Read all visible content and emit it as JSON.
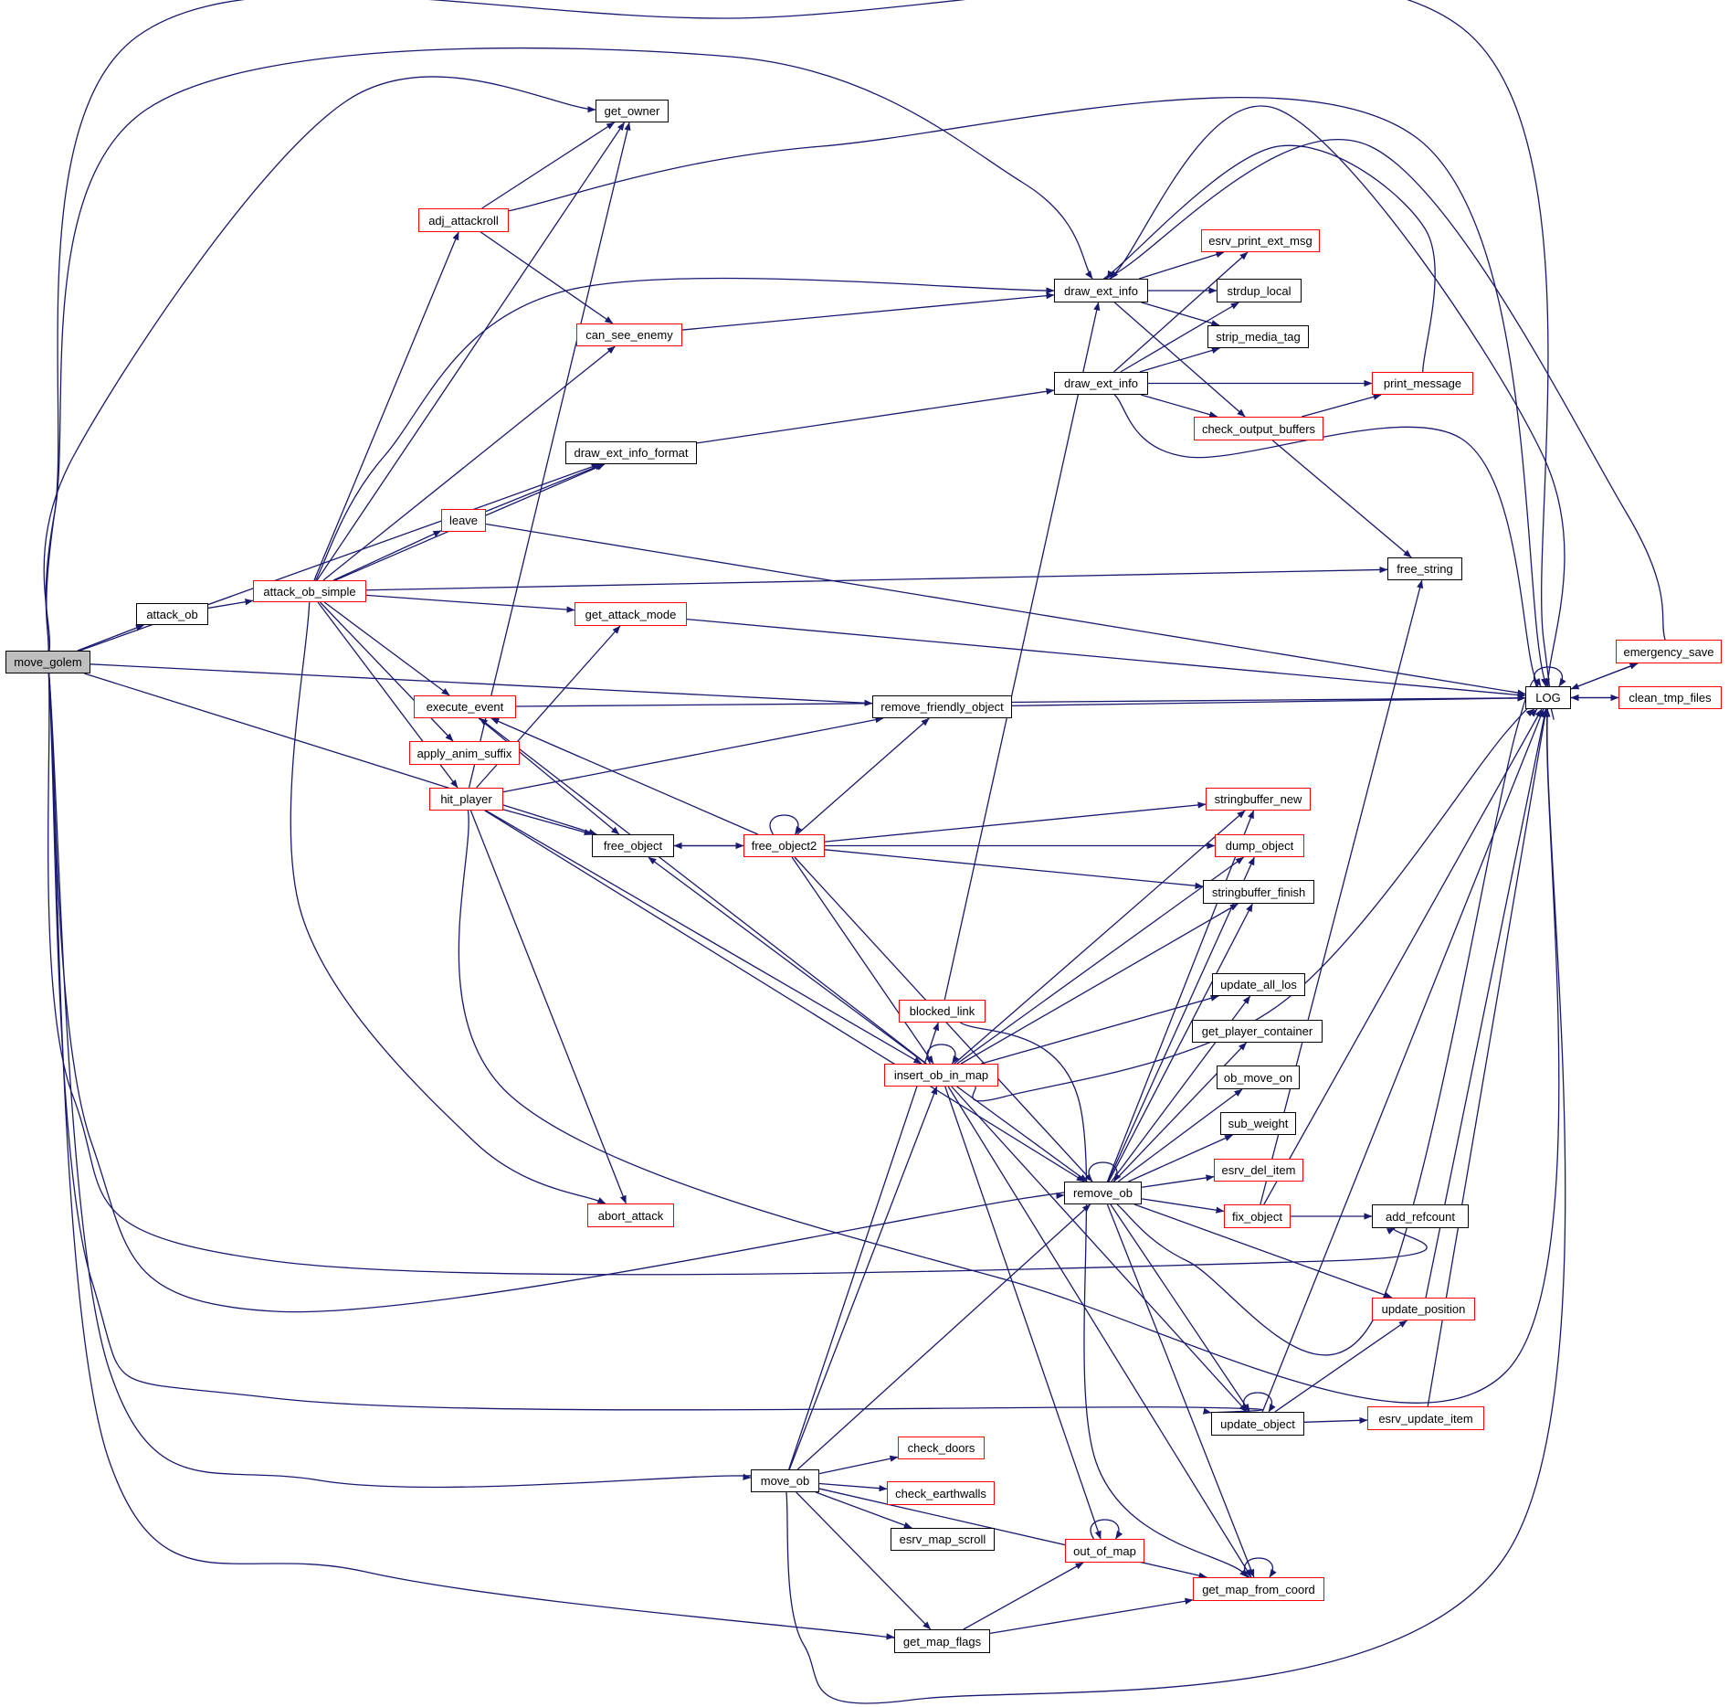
{
  "diagram": {
    "type": "call-graph",
    "root": "move_golem",
    "colors": {
      "edge": "#191970",
      "node_border_documented": "#000000",
      "node_border_undocumented": "#ff0000",
      "root_fill": "#bfbfbf"
    },
    "nodes": [
      {
        "id": "move_golem",
        "label": "move_golem",
        "style": "root"
      },
      {
        "id": "attack_ob",
        "label": "attack_ob",
        "style": "black"
      },
      {
        "id": "attack_ob_simple",
        "label": "attack_ob_simple",
        "style": "red"
      },
      {
        "id": "get_owner",
        "label": "get_owner",
        "style": "black"
      },
      {
        "id": "adj_attackroll",
        "label": "adj_attackroll",
        "style": "red"
      },
      {
        "id": "can_see_enemy",
        "label": "can_see_enemy",
        "style": "red"
      },
      {
        "id": "draw_ext_info_format",
        "label": "draw_ext_info_format",
        "style": "black"
      },
      {
        "id": "leave",
        "label": "leave",
        "style": "red"
      },
      {
        "id": "get_attack_mode",
        "label": "get_attack_mode",
        "style": "red"
      },
      {
        "id": "execute_event",
        "label": "execute_event",
        "style": "red"
      },
      {
        "id": "apply_anim_suffix",
        "label": "apply_anim_suffix",
        "style": "red"
      },
      {
        "id": "hit_player",
        "label": "hit_player",
        "style": "red"
      },
      {
        "id": "free_object",
        "label": "free_object",
        "style": "black"
      },
      {
        "id": "free_object2",
        "label": "free_object2",
        "style": "red"
      },
      {
        "id": "remove_friendly_object",
        "label": "remove_friendly_object",
        "style": "black"
      },
      {
        "id": "draw_ext_info_a",
        "label": "draw_ext_info",
        "style": "black"
      },
      {
        "id": "draw_ext_info_b",
        "label": "draw_ext_info",
        "style": "black"
      },
      {
        "id": "esrv_print_ext_msg",
        "label": "esrv_print_ext_msg",
        "style": "red"
      },
      {
        "id": "strdup_local",
        "label": "strdup_local",
        "style": "black"
      },
      {
        "id": "strip_media_tag",
        "label": "strip_media_tag",
        "style": "black"
      },
      {
        "id": "print_message",
        "label": "print_message",
        "style": "red"
      },
      {
        "id": "check_output_buffers",
        "label": "check_output_buffers",
        "style": "red"
      },
      {
        "id": "free_string",
        "label": "free_string",
        "style": "black"
      },
      {
        "id": "LOG",
        "label": "LOG",
        "style": "black"
      },
      {
        "id": "emergency_save",
        "label": "emergency_save",
        "style": "red"
      },
      {
        "id": "clean_tmp_files",
        "label": "clean_tmp_files",
        "style": "red"
      },
      {
        "id": "stringbuffer_new",
        "label": "stringbuffer_new",
        "style": "red"
      },
      {
        "id": "dump_object",
        "label": "dump_object",
        "style": "red"
      },
      {
        "id": "stringbuffer_finish",
        "label": "stringbuffer_finish",
        "style": "black"
      },
      {
        "id": "update_all_los",
        "label": "update_all_los",
        "style": "black"
      },
      {
        "id": "get_player_container",
        "label": "get_player_container",
        "style": "black"
      },
      {
        "id": "ob_move_on",
        "label": "ob_move_on",
        "style": "black"
      },
      {
        "id": "sub_weight",
        "label": "sub_weight",
        "style": "black"
      },
      {
        "id": "esrv_del_item",
        "label": "esrv_del_item",
        "style": "red"
      },
      {
        "id": "fix_object",
        "label": "fix_object",
        "style": "red"
      },
      {
        "id": "add_refcount",
        "label": "add_refcount",
        "style": "black"
      },
      {
        "id": "update_position",
        "label": "update_position",
        "style": "red"
      },
      {
        "id": "update_object",
        "label": "update_object",
        "style": "black"
      },
      {
        "id": "esrv_update_item",
        "label": "esrv_update_item",
        "style": "red"
      },
      {
        "id": "blocked_link",
        "label": "blocked_link",
        "style": "red"
      },
      {
        "id": "insert_ob_in_map",
        "label": "insert_ob_in_map",
        "style": "red"
      },
      {
        "id": "remove_ob",
        "label": "remove_ob",
        "style": "black"
      },
      {
        "id": "abort_attack",
        "label": "abort_attack",
        "style": "red"
      },
      {
        "id": "move_ob",
        "label": "move_ob",
        "style": "black"
      },
      {
        "id": "check_doors",
        "label": "check_doors",
        "style": "red"
      },
      {
        "id": "check_earthwalls",
        "label": "check_earthwalls",
        "style": "red"
      },
      {
        "id": "esrv_map_scroll",
        "label": "esrv_map_scroll",
        "style": "black"
      },
      {
        "id": "out_of_map",
        "label": "out_of_map",
        "style": "red"
      },
      {
        "id": "get_map_from_coord",
        "label": "get_map_from_coord",
        "style": "red"
      },
      {
        "id": "get_map_flags",
        "label": "get_map_flags",
        "style": "black"
      }
    ],
    "edges": [
      [
        "move_golem",
        "attack_ob"
      ],
      [
        "move_golem",
        "get_owner"
      ],
      [
        "move_golem",
        "draw_ext_info_format"
      ],
      [
        "move_golem",
        "draw_ext_info_a"
      ],
      [
        "move_golem",
        "LOG"
      ],
      [
        "move_golem",
        "remove_friendly_object"
      ],
      [
        "move_golem",
        "free_object"
      ],
      [
        "move_golem",
        "remove_ob"
      ],
      [
        "move_golem",
        "add_refcount"
      ],
      [
        "move_golem",
        "update_object"
      ],
      [
        "move_golem",
        "move_ob"
      ],
      [
        "move_golem",
        "get_map_flags"
      ],
      [
        "attack_ob",
        "attack_ob_simple"
      ],
      [
        "attack_ob_simple",
        "get_owner"
      ],
      [
        "attack_ob_simple",
        "adj_attackroll"
      ],
      [
        "attack_ob_simple",
        "can_see_enemy"
      ],
      [
        "attack_ob_simple",
        "draw_ext_info_format"
      ],
      [
        "attack_ob_simple",
        "draw_ext_info_a"
      ],
      [
        "attack_ob_simple",
        "leave"
      ],
      [
        "attack_ob_simple",
        "free_string"
      ],
      [
        "attack_ob_simple",
        "get_attack_mode"
      ],
      [
        "attack_ob_simple",
        "execute_event"
      ],
      [
        "attack_ob_simple",
        "apply_anim_suffix"
      ],
      [
        "attack_ob_simple",
        "hit_player"
      ],
      [
        "attack_ob_simple",
        "abort_attack"
      ],
      [
        "adj_attackroll",
        "get_owner"
      ],
      [
        "adj_attackroll",
        "can_see_enemy"
      ],
      [
        "adj_attackroll",
        "LOG"
      ],
      [
        "can_see_enemy",
        "draw_ext_info_a"
      ],
      [
        "draw_ext_info_format",
        "draw_ext_info_b"
      ],
      [
        "leave",
        "draw_ext_info_format"
      ],
      [
        "leave",
        "LOG"
      ],
      [
        "get_attack_mode",
        "LOG"
      ],
      [
        "execute_event",
        "LOG"
      ],
      [
        "execute_event",
        "free_object"
      ],
      [
        "hit_player",
        "get_owner"
      ],
      [
        "hit_player",
        "get_attack_mode"
      ],
      [
        "hit_player",
        "remove_friendly_object"
      ],
      [
        "hit_player",
        "free_object"
      ],
      [
        "hit_player",
        "insert_ob_in_map"
      ],
      [
        "hit_player",
        "remove_ob"
      ],
      [
        "hit_player",
        "abort_attack"
      ],
      [
        "hit_player",
        "LOG"
      ],
      [
        "free_object",
        "free_object2"
      ],
      [
        "free_object2",
        "free_object"
      ],
      [
        "free_object2",
        "free_object2"
      ],
      [
        "free_object2",
        "execute_event"
      ],
      [
        "free_object2",
        "remove_friendly_object"
      ],
      [
        "free_object2",
        "stringbuffer_new"
      ],
      [
        "free_object2",
        "dump_object"
      ],
      [
        "free_object2",
        "stringbuffer_finish"
      ],
      [
        "free_object2",
        "insert_ob_in_map"
      ],
      [
        "free_object2",
        "remove_ob"
      ],
      [
        "remove_friendly_object",
        "LOG"
      ],
      [
        "draw_ext_info_a",
        "esrv_print_ext_msg"
      ],
      [
        "draw_ext_info_a",
        "strdup_local"
      ],
      [
        "draw_ext_info_a",
        "strip_media_tag"
      ],
      [
        "draw_ext_info_a",
        "check_output_buffers"
      ],
      [
        "draw_ext_info_b",
        "esrv_print_ext_msg"
      ],
      [
        "draw_ext_info_b",
        "strdup_local"
      ],
      [
        "draw_ext_info_b",
        "strip_media_tag"
      ],
      [
        "draw_ext_info_b",
        "print_message"
      ],
      [
        "draw_ext_info_b",
        "check_output_buffers"
      ],
      [
        "draw_ext_info_b",
        "LOG"
      ],
      [
        "print_message",
        "draw_ext_info_a"
      ],
      [
        "LOG",
        "draw_ext_info_a"
      ],
      [
        "check_output_buffers",
        "print_message"
      ],
      [
        "check_output_buffers",
        "free_string"
      ],
      [
        "LOG",
        "LOG"
      ],
      [
        "LOG",
        "emergency_save"
      ],
      [
        "LOG",
        "clean_tmp_files"
      ],
      [
        "emergency_save",
        "LOG"
      ],
      [
        "clean_tmp_files",
        "LOG"
      ],
      [
        "emergency_save",
        "draw_ext_info_a"
      ],
      [
        "blocked_link",
        "draw_ext_info_a"
      ],
      [
        "blocked_link",
        "get_map_from_coord"
      ],
      [
        "insert_ob_in_map",
        "insert_ob_in_map"
      ],
      [
        "insert_ob_in_map",
        "free_object"
      ],
      [
        "insert_ob_in_map",
        "stringbuffer_new"
      ],
      [
        "insert_ob_in_map",
        "dump_object"
      ],
      [
        "insert_ob_in_map",
        "stringbuffer_finish"
      ],
      [
        "insert_ob_in_map",
        "update_all_los"
      ],
      [
        "insert_ob_in_map",
        "remove_ob"
      ],
      [
        "insert_ob_in_map",
        "update_object"
      ],
      [
        "insert_ob_in_map",
        "out_of_map"
      ],
      [
        "insert_ob_in_map",
        "get_map_from_coord"
      ],
      [
        "insert_ob_in_map",
        "execute_event"
      ],
      [
        "insert_ob_in_map",
        "LOG"
      ],
      [
        "remove_ob",
        "remove_ob"
      ],
      [
        "remove_ob",
        "stringbuffer_new"
      ],
      [
        "remove_ob",
        "dump_object"
      ],
      [
        "remove_ob",
        "stringbuffer_finish"
      ],
      [
        "remove_ob",
        "update_all_los"
      ],
      [
        "remove_ob",
        "get_player_container"
      ],
      [
        "remove_ob",
        "ob_move_on"
      ],
      [
        "remove_ob",
        "sub_weight"
      ],
      [
        "remove_ob",
        "esrv_del_item"
      ],
      [
        "remove_ob",
        "fix_object"
      ],
      [
        "remove_ob",
        "update_position"
      ],
      [
        "remove_ob",
        "update_object"
      ],
      [
        "remove_ob",
        "get_map_from_coord"
      ],
      [
        "remove_ob",
        "LOG"
      ],
      [
        "fix_object",
        "add_refcount"
      ],
      [
        "fix_object",
        "free_string"
      ],
      [
        "fix_object",
        "LOG"
      ],
      [
        "update_object",
        "update_object"
      ],
      [
        "update_object",
        "update_position"
      ],
      [
        "update_object",
        "esrv_update_item"
      ],
      [
        "update_object",
        "LOG"
      ],
      [
        "update_position",
        "LOG"
      ],
      [
        "esrv_update_item",
        "LOG"
      ],
      [
        "move_ob",
        "blocked_link"
      ],
      [
        "move_ob",
        "insert_ob_in_map"
      ],
      [
        "move_ob",
        "remove_ob"
      ],
      [
        "move_ob",
        "check_doors"
      ],
      [
        "move_ob",
        "check_earthwalls"
      ],
      [
        "move_ob",
        "esrv_map_scroll"
      ],
      [
        "move_ob",
        "get_map_flags"
      ],
      [
        "move_ob",
        "get_map_from_coord"
      ],
      [
        "move_ob",
        "LOG"
      ],
      [
        "out_of_map",
        "out_of_map"
      ],
      [
        "get_map_from_coord",
        "get_map_from_coord"
      ],
      [
        "get_map_flags",
        "out_of_map"
      ],
      [
        "get_map_flags",
        "get_map_from_coord"
      ]
    ]
  }
}
